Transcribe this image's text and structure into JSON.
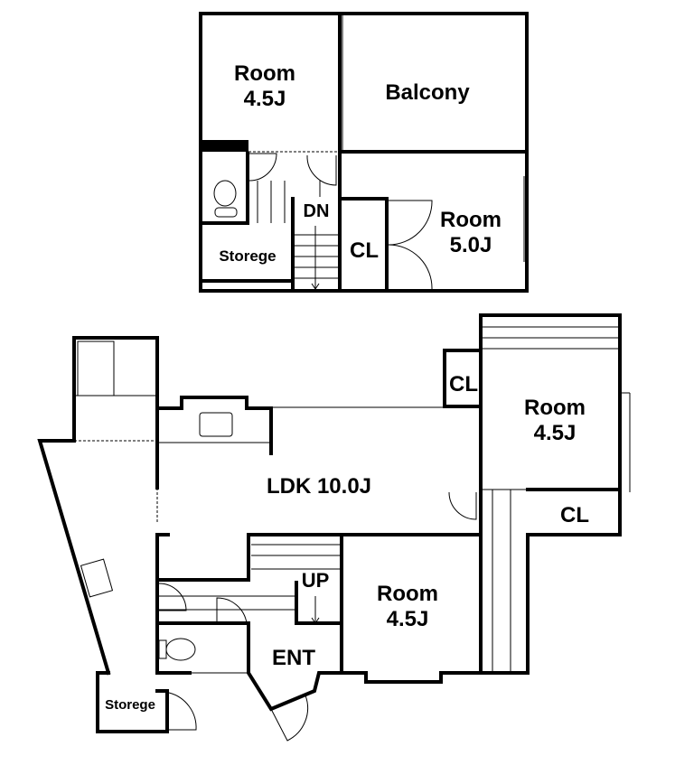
{
  "upper_floor": {
    "room_west": {
      "name": "Room",
      "size": "4.5J"
    },
    "balcony": "Balcony",
    "stairs": "DN",
    "closet": "CL",
    "room_east": {
      "name": "Room",
      "size": "5.0J"
    },
    "storage": "Storege"
  },
  "lower_floor": {
    "ldk": "LDK 10.0J",
    "closet_small": "CL",
    "room_east": {
      "name": "Room",
      "size": "4.5J"
    },
    "closet_east": "CL",
    "stairs": "UP",
    "room_south": {
      "name": "Room",
      "size": "4.5J"
    },
    "entrance": "ENT",
    "storage": "Storege"
  }
}
